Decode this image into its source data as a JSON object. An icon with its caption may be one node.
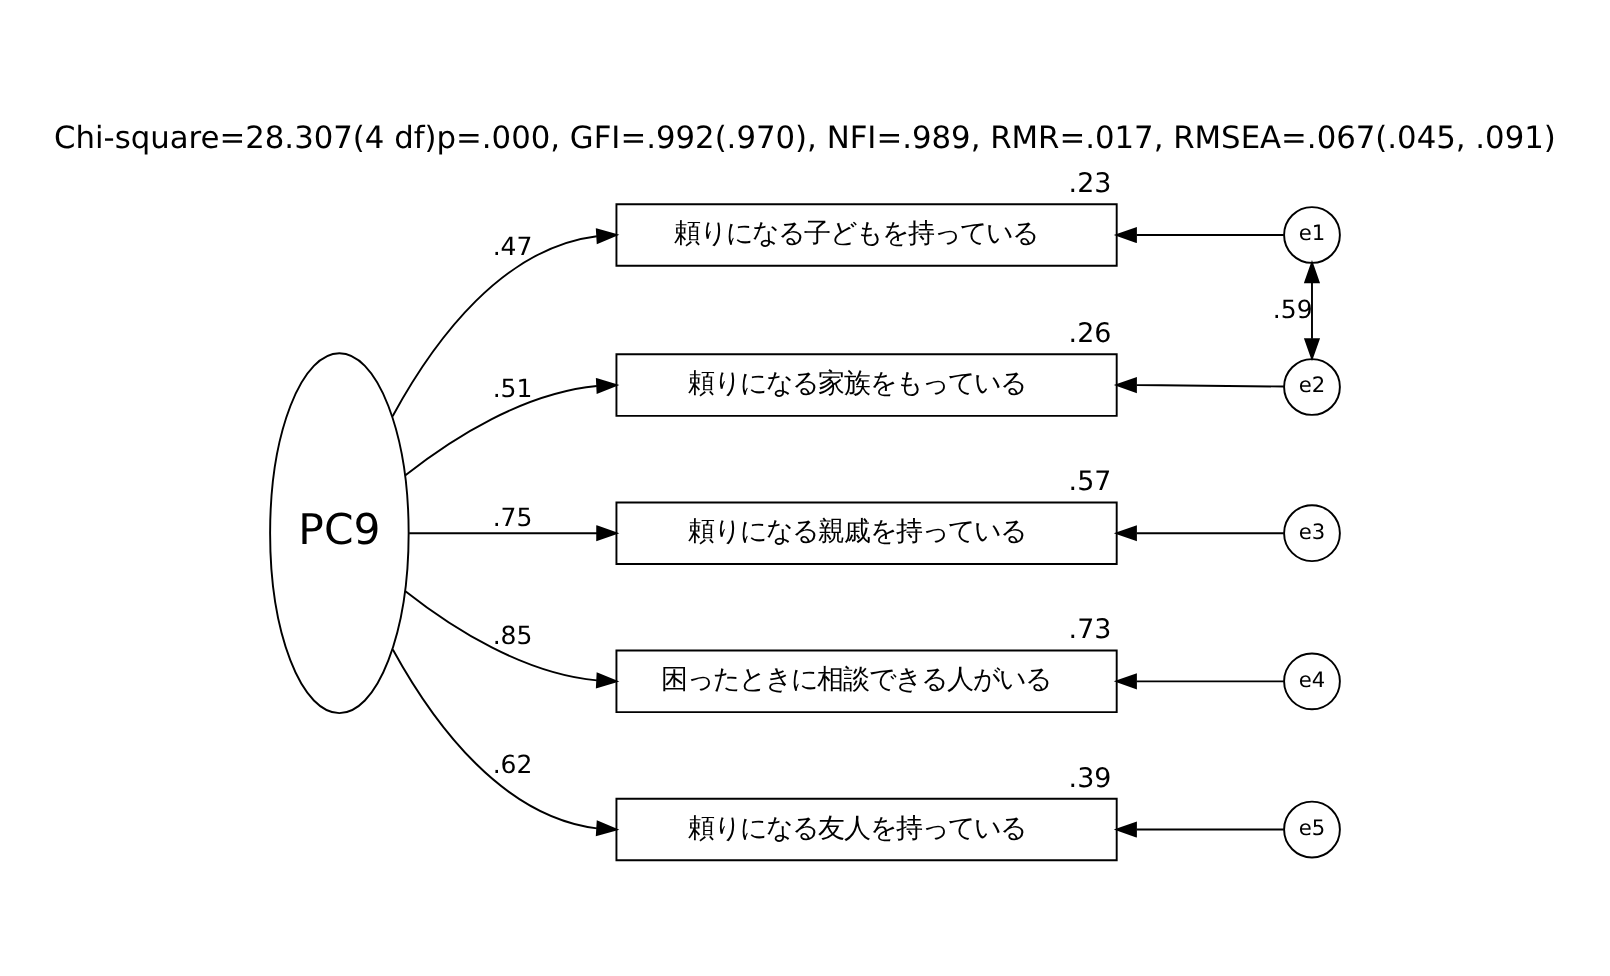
{
  "diagram": {
    "title": "Chi-square=28.307(4 df)p=.000, GFI=.992(.970), NFI=.989, RMR=.017, RMSEA=.067(.045, .091)",
    "nodes": [
      {
        "text": [
          "PC9"
        ]
      },
      {
        "text": [
          "頼りになる子どもを持っている"
        ],
        "beside": [
          ".23"
        ]
      },
      {
        "text": [
          "頼りになる家族をもっている"
        ],
        "beside": [
          ".26"
        ]
      },
      {
        "text": [
          "頼りになる親戚を持っている"
        ],
        "beside": [
          ".57"
        ]
      },
      {
        "text": [
          "困ったときに相談できる人がいる"
        ],
        "beside": [
          ".73"
        ]
      },
      {
        "text": [
          "頼りになる友人を持っている"
        ],
        "beside": [
          ".39"
        ]
      },
      {
        "text": [
          "e1"
        ]
      },
      {
        "text": [
          "e2"
        ]
      },
      {
        "text": [
          "e3"
        ]
      },
      {
        "text": [
          "e4"
        ]
      },
      {
        "text": [
          "e5"
        ]
      }
    ],
    "edges": [
      {
        "from": 0,
        "to": 1,
        "arrow": "to",
        "label": ".47"
      },
      {
        "from": 0,
        "to": 2,
        "arrow": "to",
        "label": ".51"
      },
      {
        "from": 0,
        "to": 3,
        "arrow": "to",
        "label": ".75"
      },
      {
        "from": 0,
        "to": 4,
        "arrow": "to",
        "label": ".85"
      },
      {
        "from": 0,
        "to": 5,
        "arrow": "to",
        "label": ".62"
      },
      {
        "from": 6,
        "to": 1,
        "arrow": "to"
      },
      {
        "from": 7,
        "to": 2,
        "arrow": "to"
      },
      {
        "from": 8,
        "to": 3,
        "arrow": "to"
      },
      {
        "from": 9,
        "to": 4,
        "arrow": "to"
      },
      {
        "from": 10,
        "to": 5,
        "arrow": "to"
      },
      {
        "from": 6,
        "to": 7,
        "arrow": "both",
        "label": ".59"
      }
    ]
  }
}
